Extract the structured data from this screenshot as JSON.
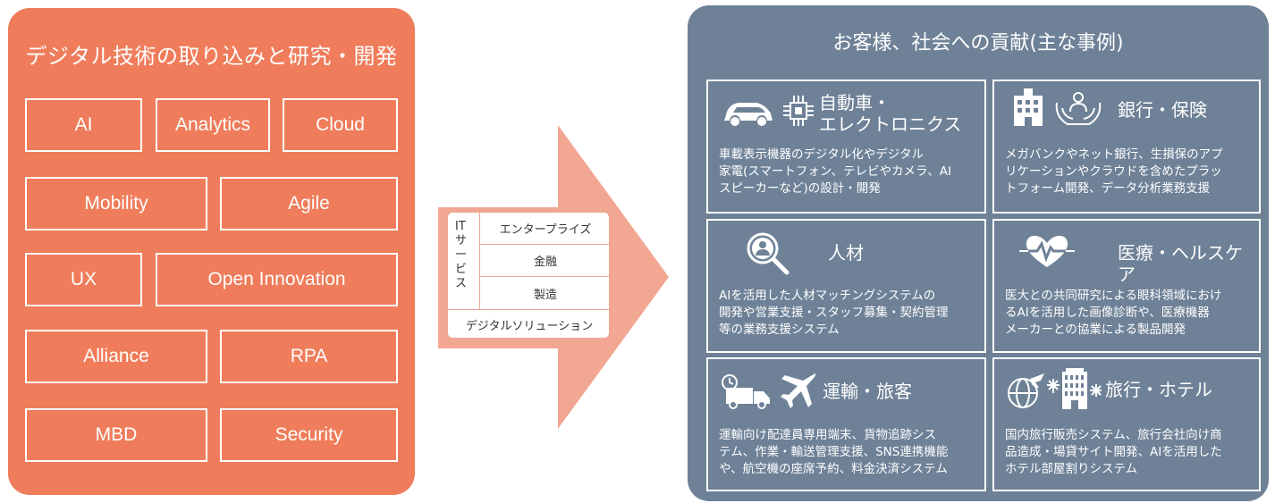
{
  "left": {
    "title": "デジタル技術の取り込みと研究・開発",
    "technologies": [
      "AI",
      "Analytics",
      "Cloud",
      "Mobility",
      "Agile",
      "UX",
      "Open Innovation",
      "Alliance",
      "RPA",
      "MBD",
      "Security"
    ]
  },
  "arrow": {
    "it_label_line1": "IT",
    "it_label_line2": "サ",
    "it_label_line3": "ー",
    "it_label_line4": "ビ",
    "it_label_line5": "ス",
    "services": [
      "エンタープライズ",
      "金融",
      "製造"
    ],
    "digital": "デジタルソリューション"
  },
  "right": {
    "title": "お客様、社会への貢献(主な事例)",
    "cases": [
      {
        "title_line1": "自動車・",
        "title_line2": "エレクトロニクス",
        "desc": [
          "車載表示機器のデジタル化やデジタル",
          "家電(スマートフォン、テレビやカメラ、AI",
          "スピーカーなど)の設計・開発"
        ],
        "icons": [
          "car-icon",
          "chip-icon"
        ]
      },
      {
        "title_line1": "銀行・保険",
        "desc": [
          "メガバンクやネット銀行、生損保のアプ",
          "リケーションやクラウドを含めたプラッ",
          "トフォーム開発、データ分析業務支援"
        ],
        "icons": [
          "bank-building-icon",
          "protected-person-icon"
        ]
      },
      {
        "title_line1": "人材",
        "desc": [
          "AIを活用した人材マッチングシステムの",
          "開発や営業支援・スタッフ募集・契約管理",
          "等の業務支援システム"
        ],
        "icons": [
          "person-search-icon"
        ]
      },
      {
        "title_line1": "医療・ヘルスケア",
        "desc": [
          "医大との共同研究による眼科領域におけ",
          "るAIを活用した画像診断や、医療機器",
          "メーカーとの協業による製品開発"
        ],
        "icons": [
          "heartbeat-icon"
        ]
      },
      {
        "title_line1": "運輸・旅客",
        "desc": [
          "運輸向け配達員専用端末、貨物追跡シス",
          "テム、作業・輸送管理支援、SNS連携機能",
          "や、航空機の座席予約、料金決済システム"
        ],
        "icons": [
          "delivery-truck-icon",
          "airplane-icon"
        ]
      },
      {
        "title_line1": "旅行・ホテル",
        "desc": [
          "国内旅行販売システム、旅行会社向け商",
          "品造成・場貸サイト開発、AIを活用した",
          "ホテル部屋割りシステム"
        ],
        "icons": [
          "globe-plane-icon",
          "hotel-icon"
        ]
      }
    ]
  },
  "colors": {
    "left_panel": "#ef7c5a",
    "arrow": "#f2a792",
    "right_panel": "#6e8197",
    "text": "#ffffff"
  }
}
